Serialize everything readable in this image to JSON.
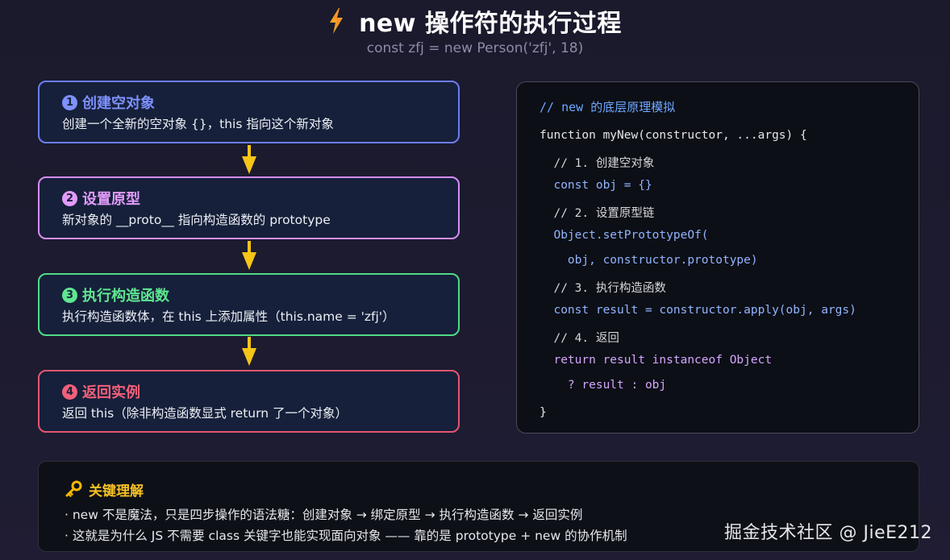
{
  "header": {
    "icon": "lightning-icon",
    "title": "new 操作符的执行过程",
    "subtitle": "const zfj = new Person('zfj', 18)"
  },
  "steps": [
    {
      "number": "1",
      "title": "创建空对象",
      "desc": "创建一个全新的空对象 {}，this 指向这个新对象",
      "color": "#7e91ff"
    },
    {
      "number": "2",
      "title": "设置原型",
      "desc": "新对象的 __proto__ 指向构造函数的 prototype",
      "color": "#e39bfb"
    },
    {
      "number": "3",
      "title": "执行构造函数",
      "desc": "执行构造函数体，在 this 上添加属性（this.name = 'zfj'）",
      "color": "#5ee690"
    },
    {
      "number": "4",
      "title": "返回实例",
      "desc": "返回 this（除非构造函数显式 return 了一个对象）",
      "color": "#f2607a"
    }
  ],
  "arrow_color": "#f5c518",
  "code": {
    "lines": [
      "// new 的底层原理模拟",
      "function myNew(constructor, ...args) {",
      "  // 1. 创建空对象",
      "  const obj = {}",
      "  // 2. 设置原型链",
      "  Object.setPrototypeOf(",
      "    obj, constructor.prototype)",
      "  // 3. 执行构造函数",
      "  const result = constructor.apply(obj, args)",
      "  // 4. 返回",
      "  return result instanceof Object",
      "    ? result : obj",
      "}"
    ]
  },
  "key_points": {
    "icon": "key-icon",
    "title": "关键理解",
    "lines": [
      "· new 不是魔法，只是四步操作的语法糖：创建对象 → 绑定原型 → 执行构造函数 → 返回实例",
      "· 这就是为什么 JS 不需要 class 关键字也能实现面向对象 —— 靠的是 prototype + new 的协作机制"
    ]
  },
  "watermark": "掘金技术社区 @ JieE212"
}
